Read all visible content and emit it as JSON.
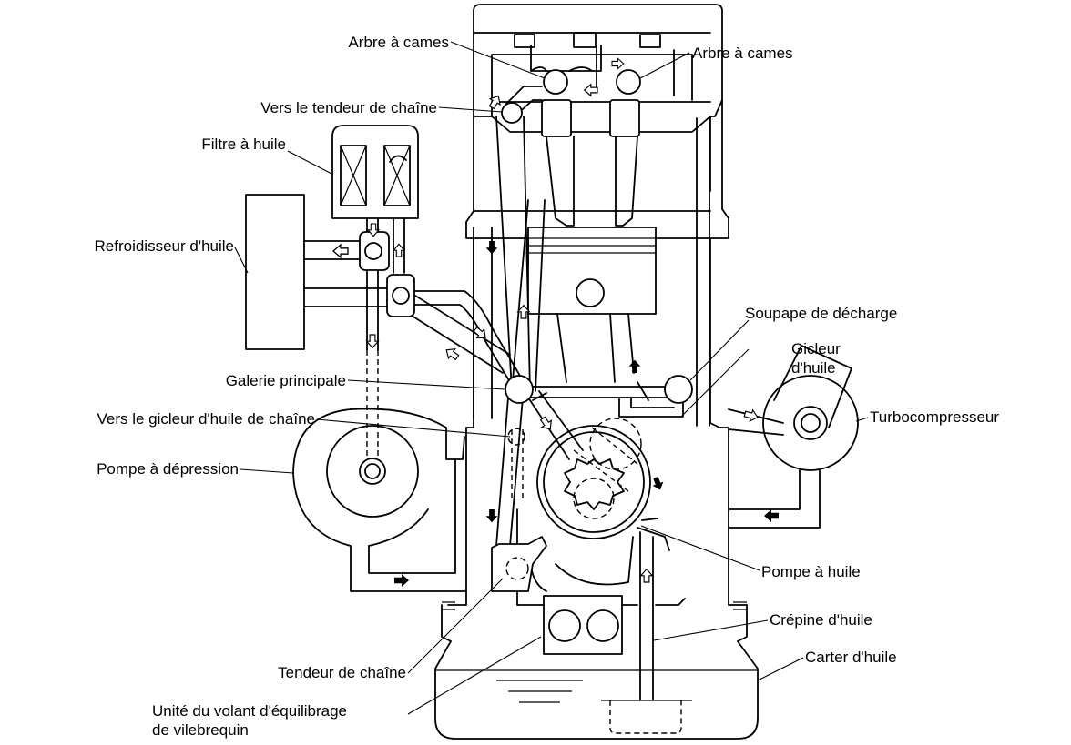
{
  "labels": {
    "camshaft_left": "Arbre à cames",
    "camshaft_right": "Arbre à cames",
    "to_chain_tensioner": "Vers le tendeur de chaîne",
    "oil_filter": "Filtre à huile",
    "oil_cooler": "Refroidisseur d'huile",
    "relief_valve": "Soupape de décharge",
    "oil_jet_line1": "Gicleur",
    "oil_jet_line2": "d'huile",
    "main_gallery": "Galerie principale",
    "to_chain_oil_jet": "Vers le gicleur d'huile de chaîne",
    "turbocharger": "Turbocompresseur",
    "vacuum_pump": "Pompe à dépression",
    "oil_pump": "Pompe à huile",
    "oil_strainer": "Crépine d'huile",
    "chain_tensioner": "Tendeur de chaîne",
    "oil_pan": "Carter d'huile",
    "balancer_line1": "Unité du volant d'équilibrage",
    "balancer_line2": "de vilebrequin"
  },
  "icons": {
    "flow_arrow_hollow": "hollow-arrow-icon",
    "flow_arrow_solid": "solid-arrow-icon"
  },
  "colors": {
    "line": "#000000",
    "background": "#ffffff"
  }
}
